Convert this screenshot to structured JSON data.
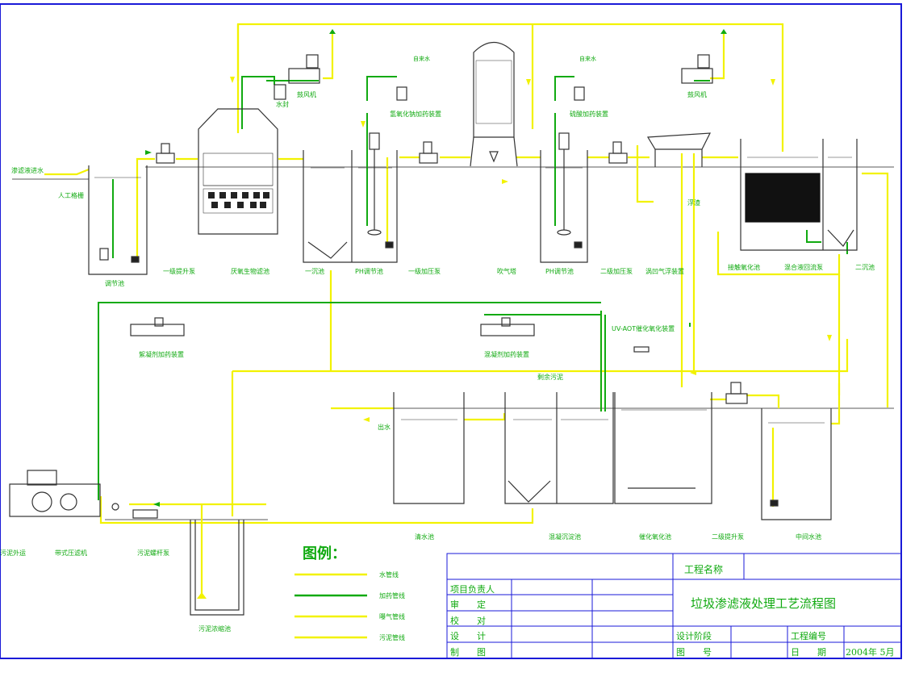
{
  "colors": {
    "water_line": "#f2f200",
    "dosing_line": "#11aa11",
    "air_line": "#f2f200",
    "sludge_line": "#f2f200",
    "border": "#1a1ad8",
    "equipment": "#222222",
    "text": "#11aa11"
  },
  "labels": {
    "inlet": "渗滤液进水",
    "grate": "人工格栅",
    "regulating_tank": "调节池",
    "lift_pump_1": "一级提升泵",
    "anaerobic_filter": "厌氧生物滤池",
    "water_seal": "水封",
    "blower_1": "鼓风机",
    "primary_settling": "一沉池",
    "ph_adjust_1": "PH调节池",
    "naoh_dosing": "氢氧化钠加药装置",
    "pressure_pump_1": "一级加压泵",
    "tap_water_1": "自来水",
    "stripping_tower": "吹气塔",
    "ph_adjust_2": "PH调节池",
    "tap_water_2": "自来水",
    "acid_dosing": "硫酸加药装置",
    "pressure_pump_2": "二级加压泵",
    "air_flotation": "涡凹气浮装置",
    "scum": "浮渣",
    "blower_2": "鼓风机",
    "contact_oxidation": "接触氧化池",
    "mixing_tank": "混合液回流泵",
    "secondary_settling": "二沉池",
    "coagulant_dosing": "絮凝剂加药装置",
    "flotation_dosing": "混凝剂加药装置",
    "uv_aot": "UV-AOT催化氧化装置",
    "excess_sludge": "剩余污泥",
    "outlet": "出水",
    "clear_tank": "清水池",
    "coag_settling": "混凝沉淀池",
    "catalytic_oxidation": "催化氧化池",
    "lift_pump_2": "二级提升泵",
    "intermediate_tank": "中间水池",
    "sludge_out": "污泥外运",
    "belt_press": "带式压滤机",
    "screw_pump": "污泥螺杆泵",
    "sludge_thickener": "污泥浓缩池"
  },
  "legend": {
    "title": "图例：",
    "items": [
      {
        "label": "水管线",
        "color": "#f2f200"
      },
      {
        "label": "加药管线",
        "color": "#11aa11"
      },
      {
        "label": "曝气管线",
        "color": "#f2f200"
      },
      {
        "label": "污泥管线",
        "color": "#f2f200"
      }
    ]
  },
  "title_block": {
    "project_name_label": "工程名称",
    "drawing_title": "垃圾渗滤液处理工艺流程图",
    "project_lead": "项目负责人",
    "review": "审　　定",
    "check": "校　　对",
    "design": "设　　计",
    "draft": "制　　图",
    "design_stage": "设计阶段",
    "drawing_no": "图　　号",
    "project_no": "工程编号",
    "date_label": "日　　期",
    "date_value": "2004年 5月"
  }
}
